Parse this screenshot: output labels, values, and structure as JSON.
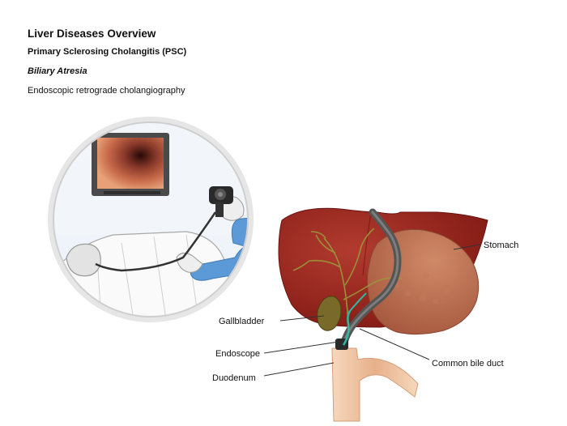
{
  "header": {
    "title": "Liver Diseases Overview",
    "subtitle_1": "Primary Sclerosing Cholangitis (PSC)",
    "subtitle_2": "Biliary Atresia",
    "subtitle_3": "Endoscopic retrograde cholangiography"
  },
  "labels": {
    "stomach": "Stomach",
    "gallbladder": "Gallbladder",
    "endoscope": "Endoscope",
    "common_bile_duct": "Common bile duct",
    "duodenum": "Duodenum"
  },
  "colors": {
    "liver": "#8e1f1a",
    "stomach": "#b86a4a",
    "gallbladder": "#7a6a2a",
    "bile_duct": "#2fb8a0",
    "endoscope": "#555555",
    "duodenum": "#f1c9a7",
    "sleeve": "#5b9ad6"
  }
}
